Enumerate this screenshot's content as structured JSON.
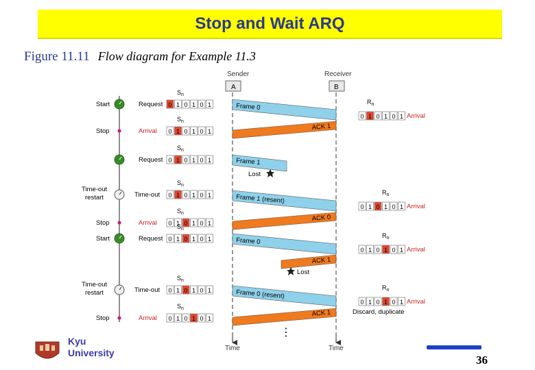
{
  "slide": {
    "title": "Stop and Wait ARQ",
    "figure_number": "Figure 11.11",
    "figure_caption": "Flow diagram for Example 11.3",
    "page_number": "36",
    "logo_line1": "Kyu",
    "logo_line2": "University"
  },
  "diagram": {
    "sender_label": "Sender",
    "receiver_label": "Receiver",
    "sender_box": "A",
    "receiver_box": "B",
    "time_label": "Time",
    "sn": "S",
    "rn": "R",
    "sub": "n",
    "bits": [
      "0",
      "1",
      "0",
      "1",
      "0",
      "1"
    ],
    "sender_rows": [
      {
        "event": "Start",
        "action": "Request",
        "highlight": 0,
        "action_color": "#000000"
      },
      {
        "event": "Stop",
        "action": "Arrival",
        "highlight": 1,
        "action_color": "#cc2222"
      },
      {
        "event": "",
        "action": "Request",
        "highlight": 1,
        "action_color": "#000000"
      },
      {
        "event": "Time-out",
        "event2": "restart",
        "action": "Time-out",
        "highlight": 1,
        "action_color": "#000000"
      },
      {
        "event": "Stop",
        "action": "Arrival",
        "highlight": 2,
        "action_color": "#cc2222"
      },
      {
        "event": "Start",
        "action": "Request",
        "highlight": 2,
        "action_color": "#000000"
      },
      {
        "event": "Time-out",
        "event2": "restart",
        "action": "Time-out",
        "highlight": 2,
        "action_color": "#000000"
      },
      {
        "event": "Stop",
        "action": "Arrival",
        "highlight": 3,
        "action_color": "#cc2222"
      }
    ],
    "receiver_rows": [
      {
        "label": "Arrival",
        "highlight": 1
      },
      {
        "label": "Arrival",
        "highlight": 2
      },
      {
        "label": "Arrival",
        "highlight": 3
      },
      {
        "label": "Arrival",
        "highlight": 3,
        "note": "Discard, duplicate"
      }
    ],
    "frames": [
      "Frame 0",
      "Frame 1",
      "Frame 1 (resent)",
      "Frame 0",
      "Frame 0 (resent)"
    ],
    "acks": [
      "ACK 1",
      "ACK 0",
      "ACK 1",
      "ACK 1"
    ],
    "lost": "Lost",
    "dots": "⋮",
    "colors": {
      "frame": "#8fd1ea",
      "ack": "#f07a1e",
      "highlight": "#e8452c",
      "green": "#3a8a2a",
      "pink": "#cc2277"
    }
  }
}
